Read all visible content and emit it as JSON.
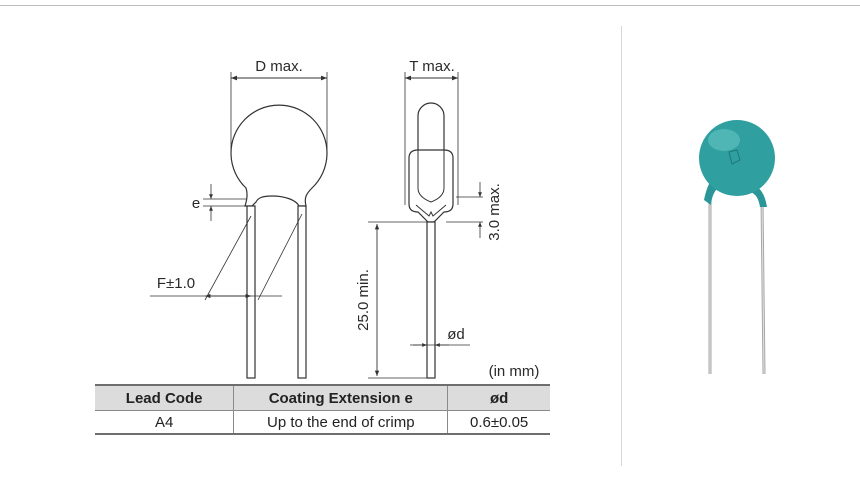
{
  "drawing": {
    "labels": {
      "diameter": "D max.",
      "thickness": "T max.",
      "coating_extension": "e",
      "lead_spacing": "F±1.0",
      "crimp_height": "3.0 max.",
      "lead_length": "25.0 min.",
      "lead_diameter": "ød",
      "units": "(in mm)"
    }
  },
  "table": {
    "headers": [
      "Lead Code",
      "Coating Extension e",
      "ød"
    ],
    "rows": [
      [
        "A4",
        "Up to the end of crimp",
        "0.6±0.05"
      ]
    ]
  },
  "product_photo": {
    "body_color": "#2f9fa0",
    "lead_color": "#b9b9b9"
  }
}
